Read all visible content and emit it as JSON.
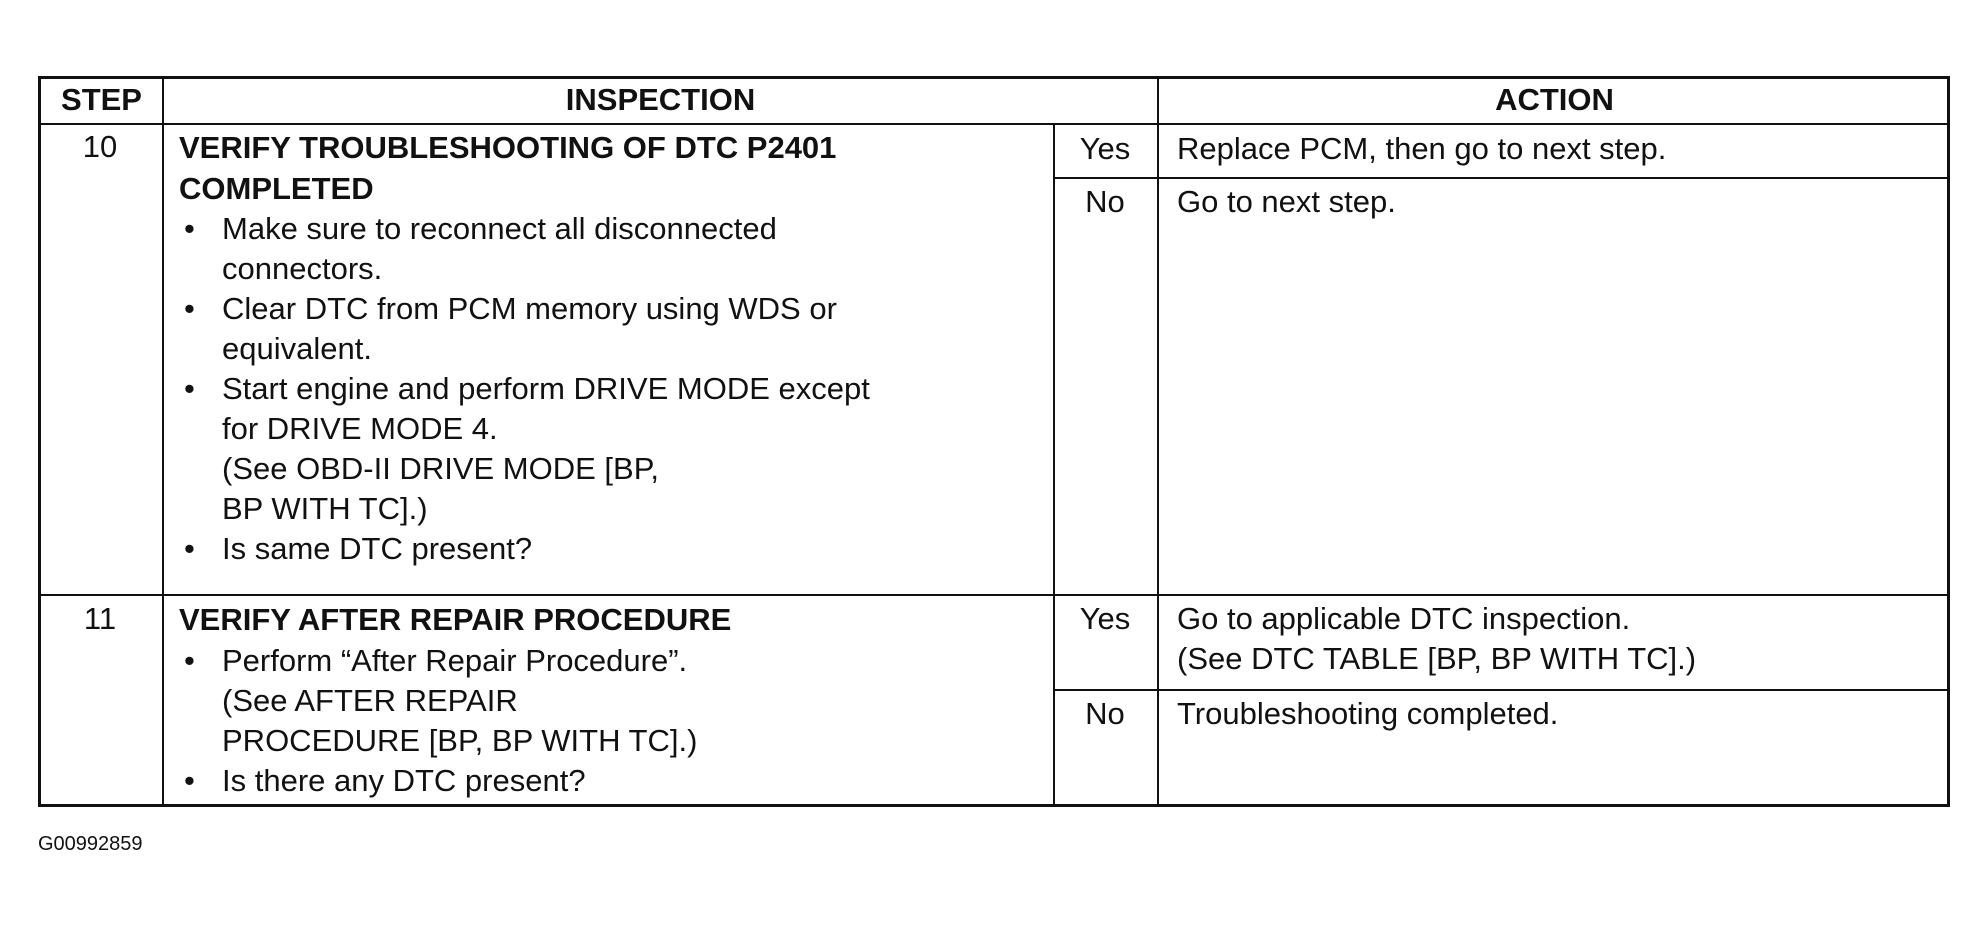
{
  "headers": {
    "step": "STEP",
    "inspection": "INSPECTION",
    "action": "ACTION"
  },
  "rows": [
    {
      "step": "10",
      "title": [
        "VERIFY TROUBLESHOOTING OF DTC P2401",
        "COMPLETED"
      ],
      "bullets": [
        {
          "dot": true,
          "lines": [
            "Make sure to reconnect all disconnected",
            "connectors."
          ]
        },
        {
          "dot": true,
          "lines": [
            "Clear DTC from PCM memory using WDS or",
            "equivalent."
          ]
        },
        {
          "dot": true,
          "lines": [
            "Start engine and perform DRIVE MODE except",
            "for DRIVE MODE 4.",
            "(See OBD-II DRIVE MODE [BP,",
            "BP WITH TC].)"
          ]
        },
        {
          "dot": true,
          "lines": [
            "Is same DTC present?"
          ]
        }
      ],
      "yes_label": "Yes",
      "yes_action": [
        "Replace PCM, then go to next step."
      ],
      "no_label": "No",
      "no_action": [
        "Go to next step."
      ]
    },
    {
      "step": "11",
      "title": [
        "VERIFY AFTER REPAIR PROCEDURE"
      ],
      "bullets": [
        {
          "dot": true,
          "lines": [
            "Perform “After Repair Procedure”.",
            "(See AFTER REPAIR",
            "PROCEDURE [BP, BP WITH TC].)"
          ]
        },
        {
          "dot": true,
          "lines": [
            "Is there any DTC present?"
          ]
        }
      ],
      "yes_label": "Yes",
      "yes_action": [
        "Go to applicable DTC inspection.",
        "(See DTC TABLE [BP, BP WITH TC].)"
      ],
      "no_label": "No",
      "no_action": [
        "Troubleshooting completed."
      ]
    }
  ],
  "figure_id": "G00992859"
}
